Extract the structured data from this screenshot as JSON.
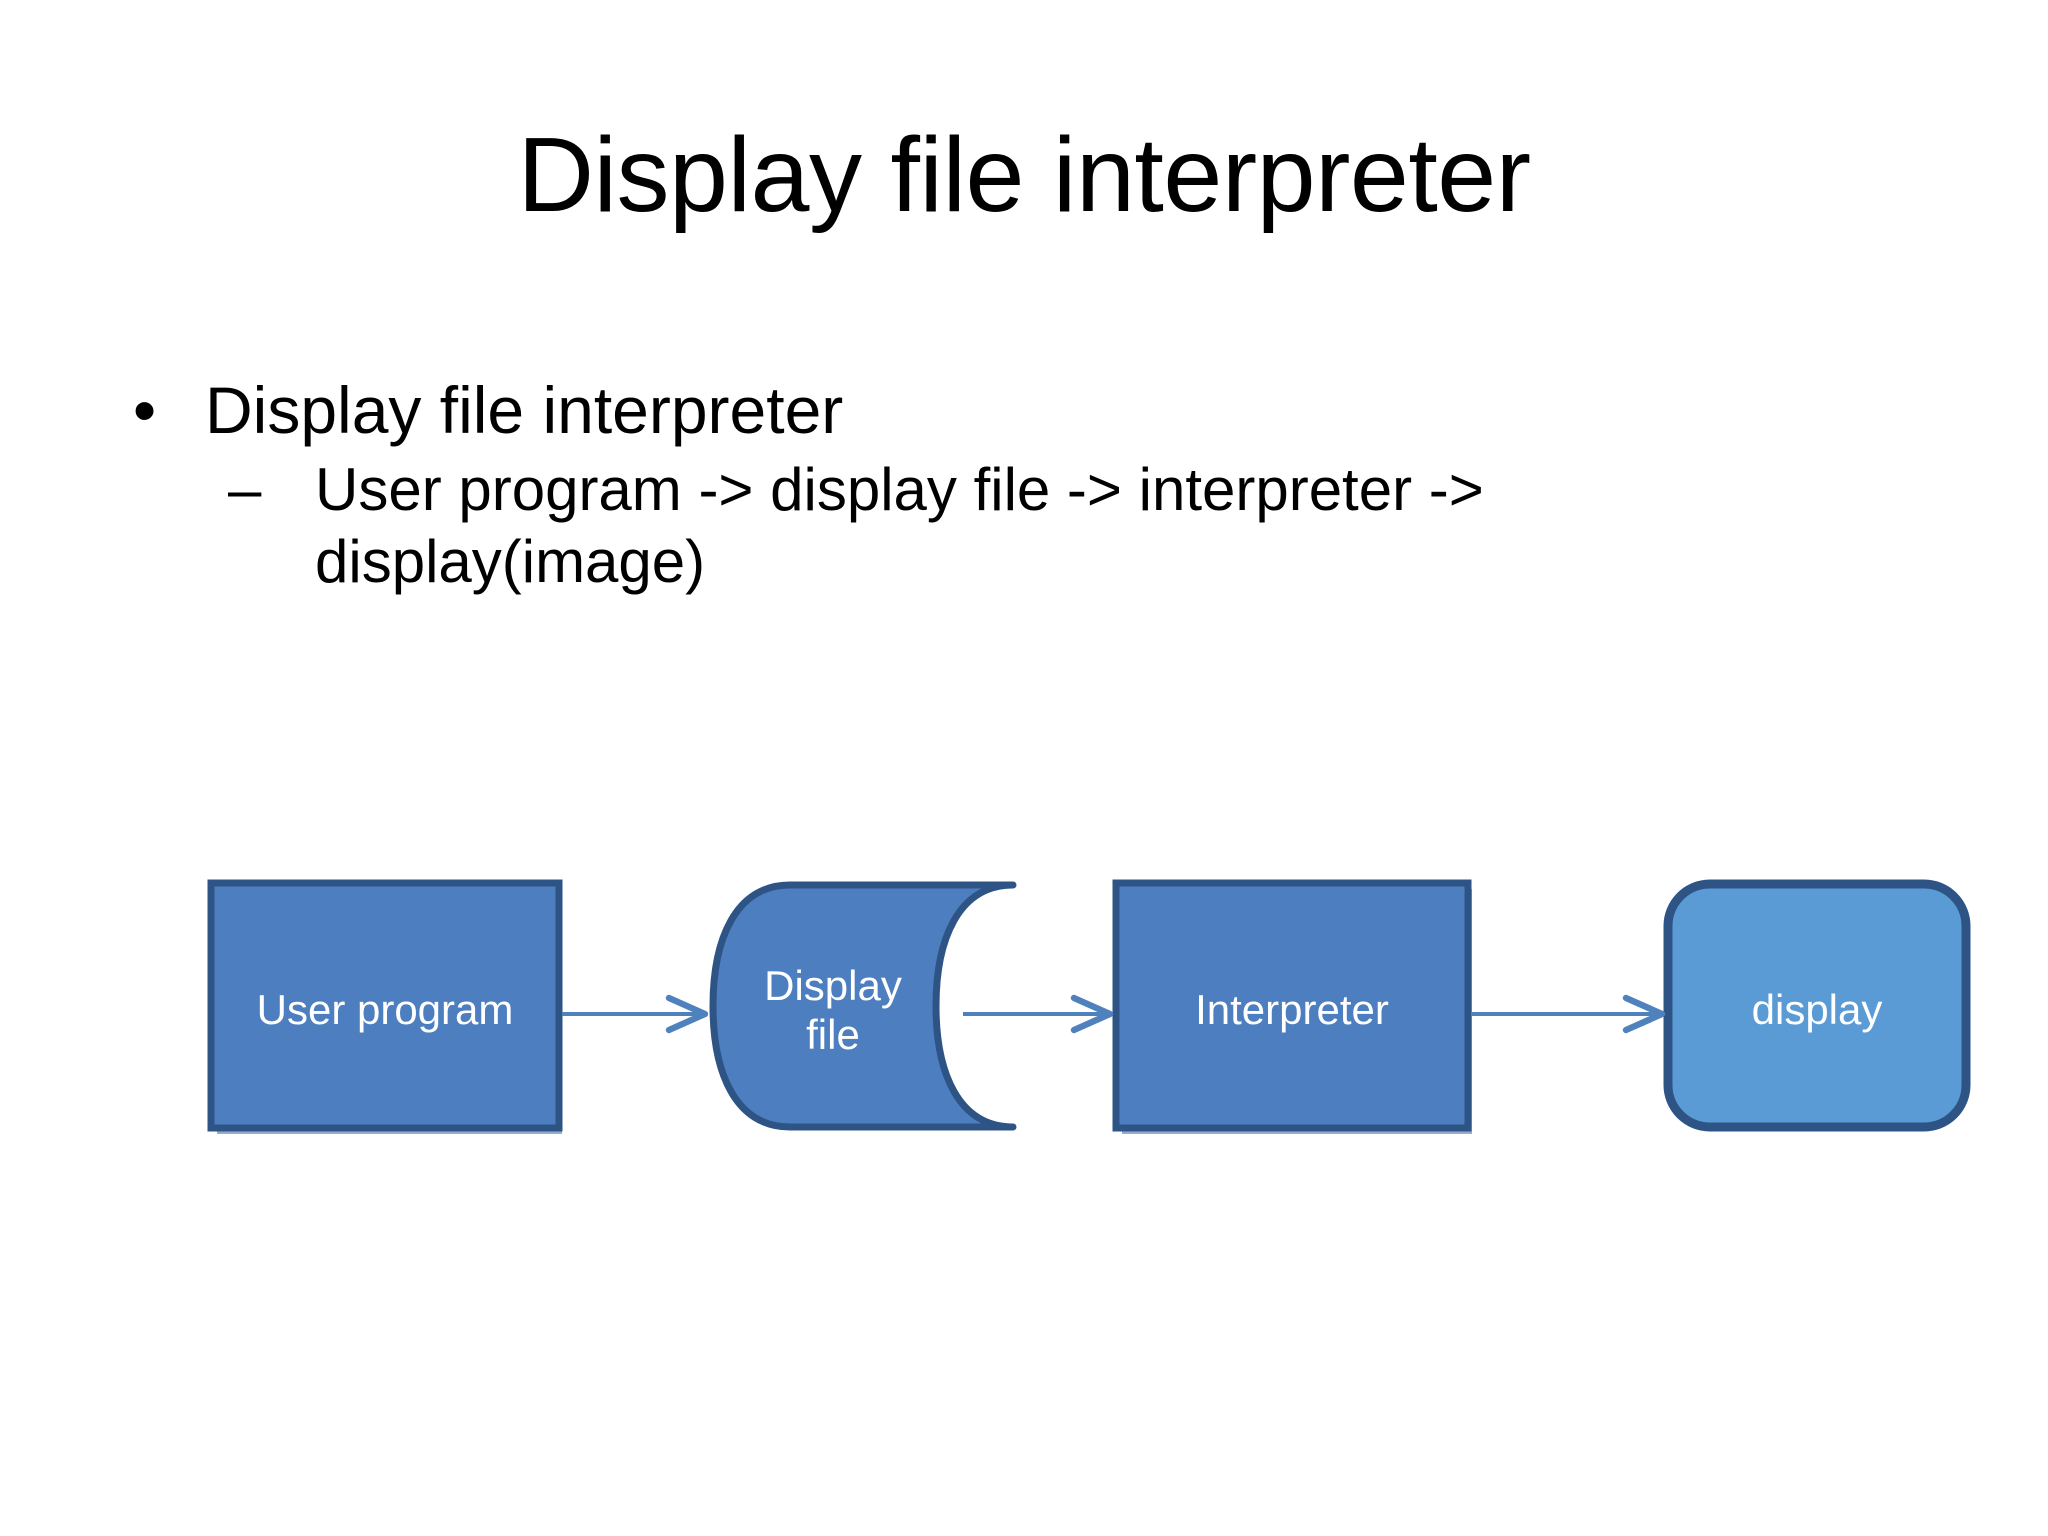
{
  "slide": {
    "title": "Display file interpreter",
    "background_color": "#FFFFFF"
  },
  "body": {
    "bullets": [
      {
        "level": 1,
        "marker": "•",
        "text": "Display file interpreter"
      },
      {
        "level": 2,
        "marker": "–",
        "text": "User program -> display file -> interpreter -> display(image)"
      }
    ]
  },
  "diagram": {
    "type": "flowchart",
    "orientation": "left-to-right",
    "colors": {
      "node_fill": "#4D7EBF",
      "node_fill_light": "#5B9BD5",
      "node_stroke": "#2E5486",
      "node_text": "#FFFFFF",
      "connector": "#4F81BD"
    },
    "nodes": [
      {
        "id": "user-program",
        "label": "User program",
        "shape": "rectangle",
        "fill": "#4D7EBF"
      },
      {
        "id": "display-file",
        "label": "Display\nfile",
        "shape": "stored-data",
        "fill": "#4D7EBF"
      },
      {
        "id": "interpreter",
        "label": "Interpreter",
        "shape": "rectangle",
        "fill": "#4D7EBF"
      },
      {
        "id": "display",
        "label": "display",
        "shape": "rounded-rectangle",
        "fill": "#5B9BD5"
      }
    ],
    "connectors": [
      {
        "id": "c1",
        "from": "user-program",
        "to": "display-file",
        "arrow": "open-arrow"
      },
      {
        "id": "c2",
        "from": "display-file",
        "to": "interpreter",
        "arrow": "open-arrow"
      },
      {
        "id": "c3",
        "from": "interpreter",
        "to": "display",
        "arrow": "open-arrow"
      }
    ]
  }
}
